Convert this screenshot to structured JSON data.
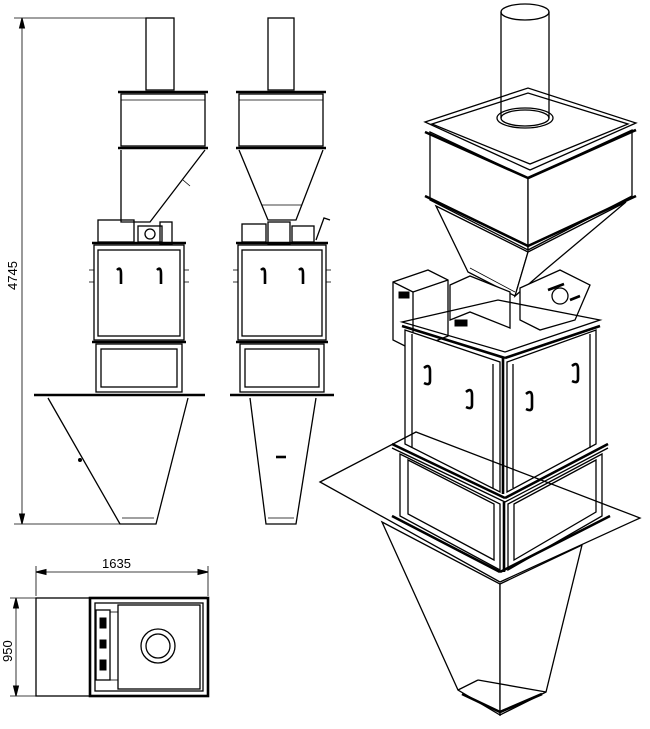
{
  "dimensions": {
    "height_label": "4745",
    "width_label": "1635",
    "depth_label": "950"
  },
  "colors": {
    "line": "#000000",
    "background": "#ffffff"
  }
}
